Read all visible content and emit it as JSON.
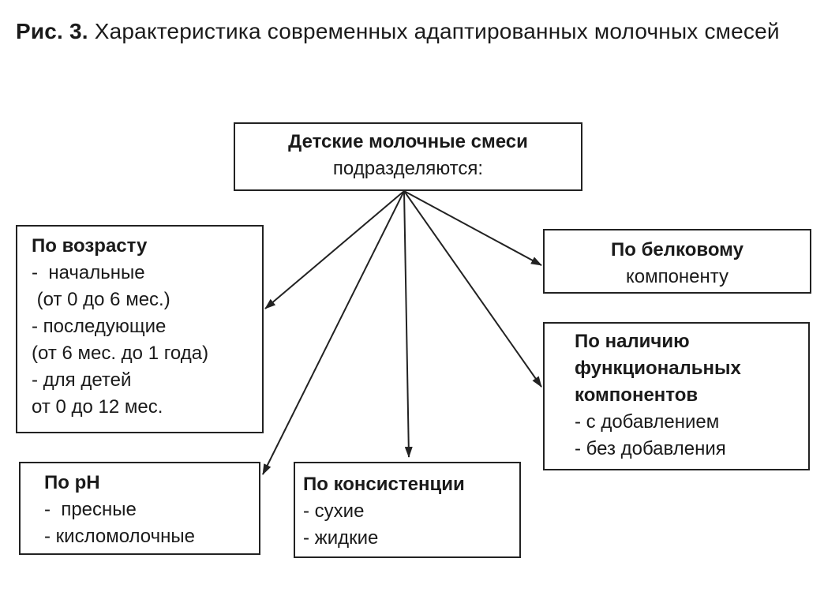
{
  "caption": {
    "label": "Рис. 3.",
    "text": "Характеристика современных адаптированных молочных смесей"
  },
  "root": {
    "title": "Детские молочные смеси",
    "subtitle": "подразделяются:"
  },
  "by_age": {
    "title": "По возрасту",
    "lines": [
      "-  начальные",
      " (от 0 до 6 мес.)",
      "- последующие",
      "(от 6 мес. до 1 года)",
      "- для детей",
      "от 0 до 12 мес."
    ]
  },
  "by_protein": {
    "title": "По белковому",
    "subtitle": "компоненту"
  },
  "by_functional": {
    "title_lines": [
      "По наличию",
      "функциональных",
      "компонентов"
    ],
    "lines": [
      "- с добавлением",
      "- без добавления"
    ]
  },
  "by_ph": {
    "title": "По pH",
    "lines": [
      "-  пресные",
      "- кисломолочные"
    ]
  },
  "by_consistency": {
    "title": "По консистенции",
    "lines": [
      "- сухие",
      "- жидкие"
    ]
  }
}
